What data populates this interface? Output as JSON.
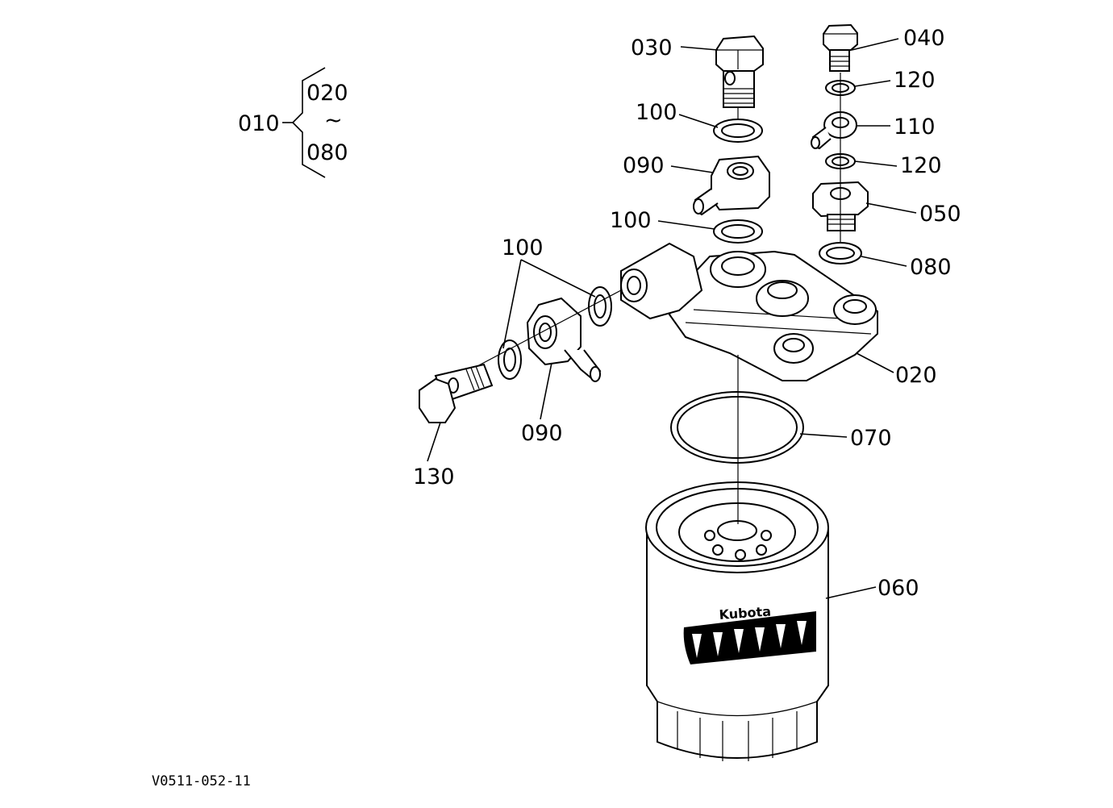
{
  "diagram": {
    "labels": {
      "assembly": "010",
      "range_start": "020",
      "range_sep": "~",
      "range_end": "080",
      "bolt_030": "030",
      "bolt_040": "040",
      "washer_100_top": "100",
      "washer_120_top": "120",
      "fitting_110": "110",
      "fitting_090_top": "090",
      "washer_120_lower": "120",
      "washer_100_mid": "100",
      "plug_050": "050",
      "washer_100_left": "100",
      "washer_080": "080",
      "head_020": "020",
      "fitting_090_left": "090",
      "bolt_130": "130",
      "oring_070": "070",
      "cartridge_060": "060"
    },
    "brand_text": "Kubota",
    "drawing_code": "V0511-052-11"
  }
}
